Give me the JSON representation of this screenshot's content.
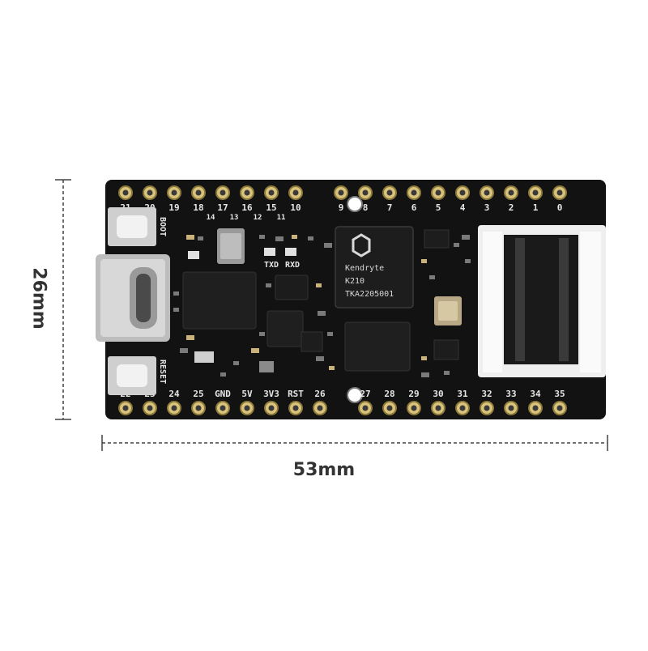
{
  "dimensions": {
    "width_label": "53mm",
    "height_label": "26mm"
  },
  "board": {
    "top_pins": [
      "21",
      "20",
      "19",
      "18",
      "17",
      "16",
      "15",
      "10",
      "9",
      "8",
      "7",
      "6",
      "5",
      "4",
      "3",
      "2",
      "1",
      "0"
    ],
    "top_sub_pins": [
      "14",
      "13",
      "12",
      "11"
    ],
    "bottom_pins": [
      "22",
      "23",
      "24",
      "25",
      "GND",
      "5V",
      "3V3",
      "RST",
      "26",
      "27",
      "28",
      "29",
      "30",
      "31",
      "32",
      "33",
      "34",
      "35"
    ],
    "buttons": {
      "boot": "BOOT",
      "reset": "RESET"
    },
    "leds": {
      "txd": "TXD",
      "rxd": "RXD"
    },
    "chip": {
      "brand": "Kendryte",
      "model": "K210",
      "code": "TKA2205001"
    }
  },
  "colors": {
    "pcb": "#121212",
    "pin_gold": "#d9c27a",
    "silkscreen": "#e6e6e6",
    "dimension_line": "#444444"
  }
}
